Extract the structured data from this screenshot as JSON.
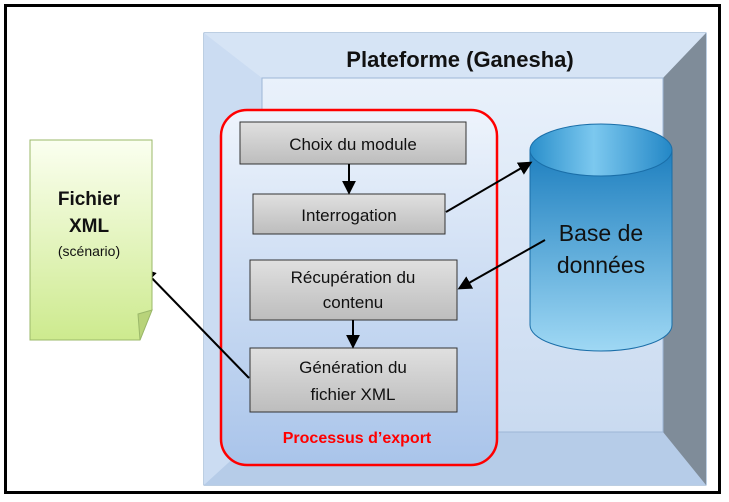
{
  "platform": {
    "title": "Plateforme (Ganesha)"
  },
  "process": {
    "label": "Processus d’export",
    "steps": [
      {
        "lines": [
          "Choix du module"
        ]
      },
      {
        "lines": [
          "Interrogation"
        ]
      },
      {
        "lines": [
          "Récupération du",
          "contenu"
        ]
      },
      {
        "lines": [
          "Génération du",
          "fichier XML"
        ]
      }
    ]
  },
  "database": {
    "lines": [
      "Base de",
      "données"
    ]
  },
  "file": {
    "title_lines": [
      "Fichier",
      "XML"
    ],
    "subtitle": "(scénario)"
  },
  "colors": {
    "platform_face": "#c6d9f1",
    "platform_inner": "#dbe8f7",
    "platform_side_dark": "#7f8c99",
    "process_border": "#ff0000",
    "process_label": "#ff0000",
    "step_fill": "#c9c9c9",
    "db_fill": "#3fa3d6",
    "file_fill": "#e8f7c0"
  }
}
